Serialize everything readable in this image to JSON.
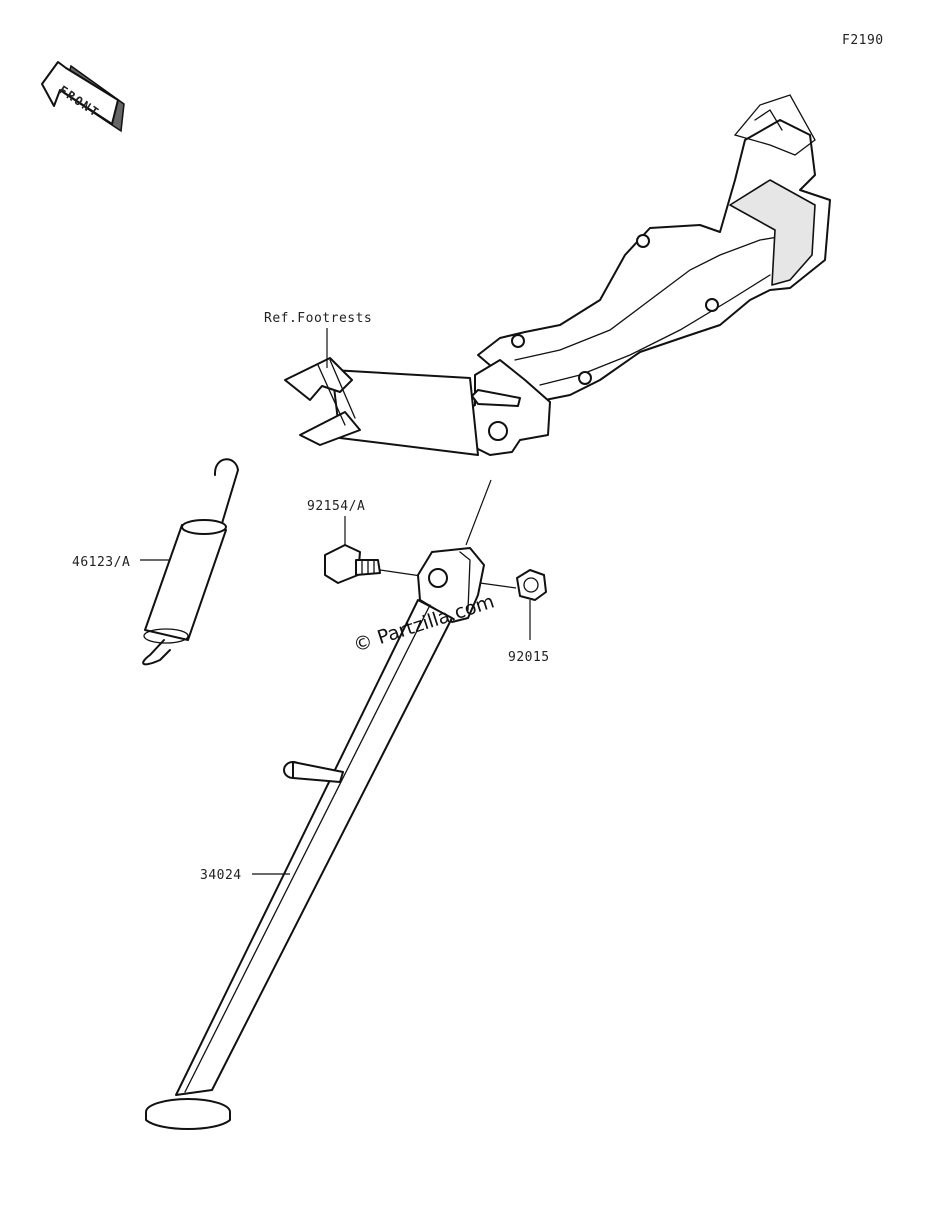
{
  "diagram": {
    "figure_code": "F2190",
    "front_arrow_text": "FRONT",
    "watermark": "© Partzilla.com",
    "callouts": {
      "ref_footrests": "Ref.Footrests",
      "bolt": "92154/A",
      "spring": "46123/A",
      "nut": "92015",
      "stand": "34024"
    }
  }
}
